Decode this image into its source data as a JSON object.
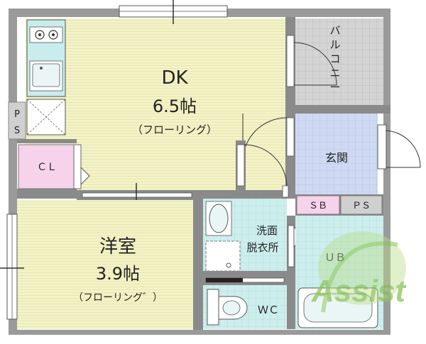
{
  "rooms": {
    "dk": {
      "label": "DK",
      "size": "6.5帖",
      "floor": "（フローリング）"
    },
    "western": {
      "label": "洋室",
      "size": "3.9帖",
      "floor": "（フローリング゛）"
    },
    "entrance": {
      "label": "玄関"
    },
    "balcony": {
      "label": "バルコニー"
    },
    "ps_left": {
      "label_top": "P",
      "label_bottom": "S"
    },
    "closet": {
      "label": "ＣＬ"
    },
    "sb": {
      "label": "ＳＢ"
    },
    "ps_right": {
      "label": "ＰＳ"
    },
    "washroom": {
      "label_line1": "洗面",
      "label_line2": "脱衣所"
    },
    "bath": {
      "label": "ＵＢ"
    },
    "wc": {
      "label": "ＷＣ"
    }
  },
  "watermark": {
    "text": "Assist"
  },
  "colors": {
    "wall": "#8a8a8a",
    "dk_floor": "#f3f3c6",
    "western_floor": "#f3f3c6",
    "entrance_floor": "#cfd9f2",
    "balcony": "#d0d0d0",
    "closet": "#f6d3ea",
    "wet_area": "#cdeeed",
    "kitchen": "#c9ecec",
    "watermark": "#9fcf6a"
  }
}
